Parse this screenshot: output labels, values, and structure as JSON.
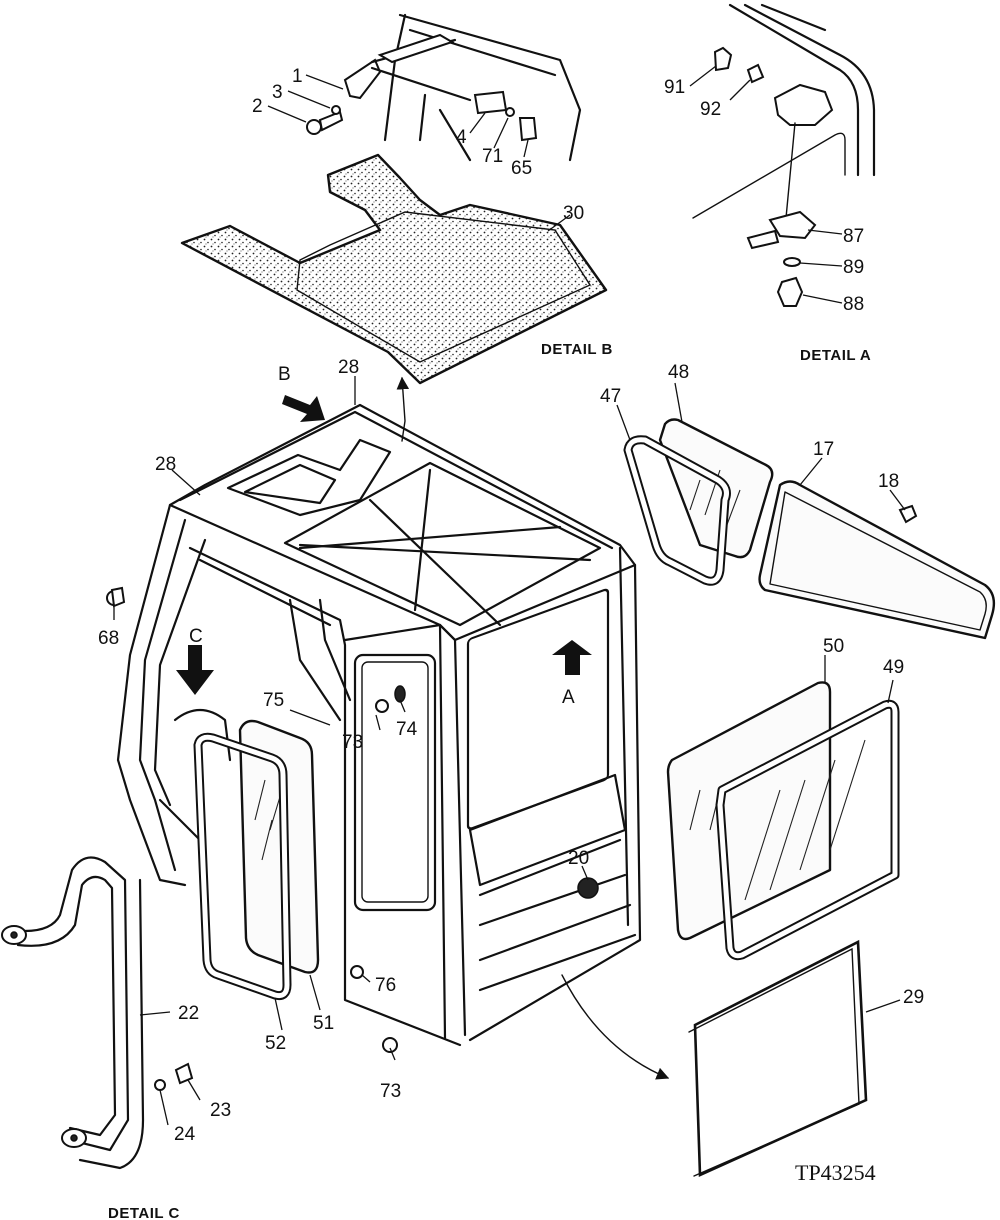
{
  "callouts": {
    "c1": "1",
    "c2": "2",
    "c3": "3",
    "c4": "4",
    "c71": "71",
    "c65": "65",
    "c30": "30",
    "c91": "91",
    "c92": "92",
    "c87": "87",
    "c89": "89",
    "c88": "88",
    "c28a": "28",
    "c28b": "28",
    "c48": "48",
    "c47": "47",
    "c17": "17",
    "c18": "18",
    "c68": "68",
    "c75": "75",
    "c73a": "73",
    "c74": "74",
    "c50": "50",
    "c49": "49",
    "c20": "20",
    "c22": "22",
    "c76": "76",
    "c52": "52",
    "c51": "51",
    "c73b": "73",
    "c29": "29",
    "c23": "23",
    "c24": "24"
  },
  "view_arrows": {
    "a": "A",
    "b": "B",
    "c": "C"
  },
  "detail_labels": {
    "detail_a": "DETAIL A",
    "detail_b": "DETAIL B",
    "detail_c": "DETAIL C"
  },
  "figure_code": "TP43254"
}
